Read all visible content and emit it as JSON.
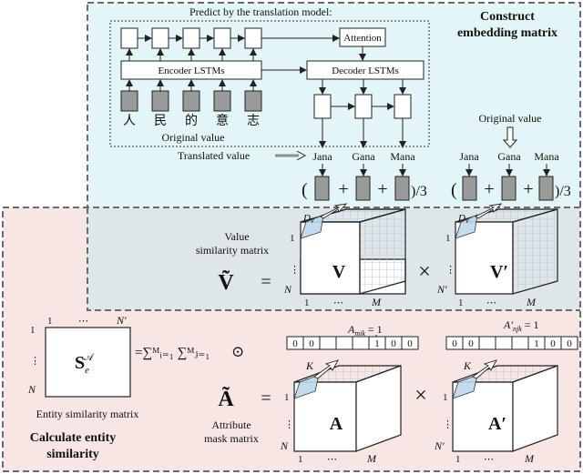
{
  "colors": {
    "top_region": "#e3f5f6",
    "bottom_region": "#f8e6e4",
    "overlap_region": "#dfe6ea",
    "dashed_border": "#6b6b6b",
    "cell_fill": "#9a9a9a",
    "highlight_blue": "#bcd8ec",
    "grid_blue": "#a9c4dc"
  },
  "top": {
    "predict_label": "Predict by the translation model:",
    "title_line1": "Construct",
    "title_line2": "embedding matrix",
    "attention": "Attention",
    "encoder": "Encoder LSTMs",
    "decoder": "Decoder LSTMs",
    "chars": [
      "人",
      "民",
      "的",
      "意",
      "志"
    ],
    "original_value_inner": "Original value",
    "translated_value": "Translated value",
    "outputs": [
      "Jana",
      "Gana",
      "Mana"
    ],
    "original_value_right": "Original value",
    "right_outputs": [
      "Jana",
      "Gana",
      "Mana"
    ],
    "open_paren": "(",
    "plus": "+",
    "close_div": ")/3"
  },
  "value_section": {
    "label_line1": "Value",
    "label_line2": "similarity matrix",
    "lhs": "Ṽ",
    "eq": "=",
    "v_label": "V",
    "v_prime_label": "V′",
    "times": "×",
    "dv": "D",
    "dv_sub": "v",
    "row_one": "1",
    "row_dots": "⋮",
    "row_n": "N",
    "row_n_prime": "N′",
    "col_one": "1",
    "col_dots": "⋯",
    "col_m": "M"
  },
  "bottom": {
    "top_one": "1",
    "top_dots": "⋯",
    "top_n_prime": "N′",
    "left_one": "1",
    "left_dots": "⋮",
    "left_n": "N",
    "s_main": "S",
    "s_sub": "e",
    "s_sup": "𝒜",
    "sum_text": "=∑ᴹᵢ₌₁ ∑ᴹⱼ₌₁",
    "odot": "⊙",
    "entity_sim_label": "Entity similarity matrix",
    "calc_line1": "Calculate entity",
    "calc_line2": "similarity",
    "a_mik": "A",
    "a_mik_sub": "mik",
    "a_mik_eq": " = 1",
    "a_njk": "A′",
    "a_njk_sub": "njk",
    "a_njk_eq": " = 1",
    "vector_left": [
      "0",
      "0",
      "",
      "",
      "",
      "1",
      "0",
      "0"
    ],
    "vector_right": [
      "0",
      "0",
      "",
      "",
      "",
      "1",
      "0",
      "0"
    ],
    "k": "K",
    "a_lhs": "Ã",
    "eq": "=",
    "attr_line1": "Attribute",
    "attr_line2": "mask matrix",
    "a_label": "A",
    "a_prime_label": "A′",
    "times": "×",
    "row_one": "1",
    "row_dots": "⋮",
    "row_n": "N",
    "row_n_prime": "N′",
    "col_one": "1",
    "col_dots": "⋯",
    "col_m": "M"
  }
}
